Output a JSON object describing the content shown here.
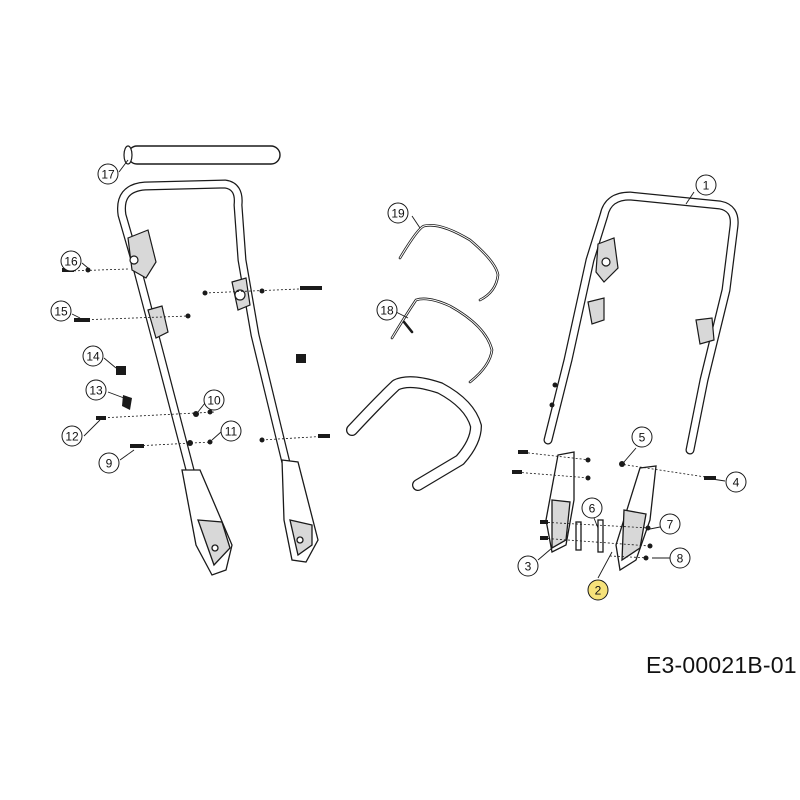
{
  "drawing": {
    "code": "E3-00021B-01"
  },
  "callouts": [
    {
      "number": "1",
      "highlighted": false
    },
    {
      "number": "2",
      "highlighted": true
    },
    {
      "number": "3",
      "highlighted": false
    },
    {
      "number": "4",
      "highlighted": false
    },
    {
      "number": "5",
      "highlighted": false
    },
    {
      "number": "6",
      "highlighted": false
    },
    {
      "number": "7",
      "highlighted": false
    },
    {
      "number": "8",
      "highlighted": false
    },
    {
      "number": "9",
      "highlighted": false
    },
    {
      "number": "10",
      "highlighted": false
    },
    {
      "number": "11",
      "highlighted": false
    },
    {
      "number": "12",
      "highlighted": false
    },
    {
      "number": "13",
      "highlighted": false
    },
    {
      "number": "14",
      "highlighted": false
    },
    {
      "number": "15",
      "highlighted": false
    },
    {
      "number": "16",
      "highlighted": false
    },
    {
      "number": "17",
      "highlighted": false
    },
    {
      "number": "18",
      "highlighted": false
    },
    {
      "number": "19",
      "highlighted": false
    }
  ],
  "colors": {
    "highlight": "#f6e27a",
    "line": "#1a1a1a",
    "fill": "#ffffff",
    "shade": "#d8d8d8"
  }
}
